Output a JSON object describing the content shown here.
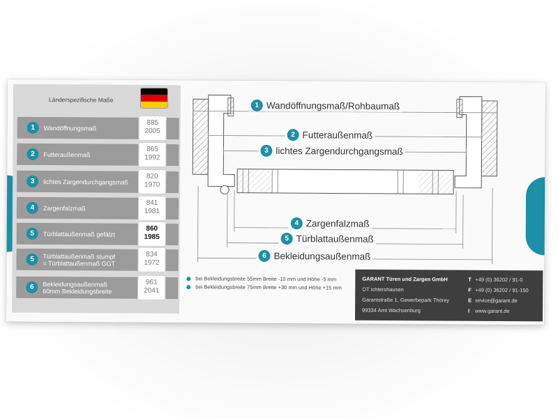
{
  "header": {
    "title": "Länderspezifische Maße"
  },
  "rows": [
    {
      "num": "1",
      "label": "Wandöffnungsmaß",
      "v1": "885",
      "v2": "2005"
    },
    {
      "num": "2",
      "label": "Futteraußenmaß",
      "v1": "865",
      "v2": "1992"
    },
    {
      "num": "3",
      "label": "lichtes Zargendurchgangsmaß",
      "v1": "820",
      "v2": "1970"
    },
    {
      "num": "4",
      "label": "Zargenfalzmaß",
      "v1": "841",
      "v2": "1981"
    },
    {
      "num": "5",
      "label": "Türblattaußenmaß gefälzt",
      "v1": "860",
      "v2": "1985"
    },
    {
      "num": "5",
      "label1": "Türblattaußenmaß stumpf",
      "label2": "= Türblattaußenmaß GGT",
      "v1": "834",
      "v2": "1972"
    },
    {
      "num": "6",
      "label1": "Bekleidungsaußenmaß",
      "label2": "60mm Bekleidungsbreite",
      "v1": "961",
      "v2": "2041"
    }
  ],
  "diagram_labels": [
    {
      "num": "1",
      "text": "Wandöffnungsmaß/Rohbaumaß"
    },
    {
      "num": "2",
      "text": "Futteraußenmaß"
    },
    {
      "num": "3",
      "text": "lichtes Zargendurchgangsmaß"
    },
    {
      "num": "4",
      "text": "Zargenfalzmaß"
    },
    {
      "num": "5",
      "text": "Türblattaußenmaß"
    },
    {
      "num": "6",
      "text": "Bekleidungsaußenmaß"
    }
  ],
  "notes": [
    "bei Bekleidungsbreite 55mm Breite -10 mm und Höhe -5 mm",
    "bei Bekleidungsbreite 75mm Breite +30 mm und Höhe +15 mm"
  ],
  "contact": {
    "company": "GARANT Türen und Zargen GmbH",
    "addr1": "OT Ichtershausen",
    "addr2": "Garantstraße 1, Gewerbepark Thörey",
    "addr3": "99334 Amt Wachsenburg",
    "t_label": "T",
    "t_value": "+49 (0) 36202 / 91-0",
    "f_label": "F",
    "f_value": "+49 (0) 36202 / 91-150",
    "e_label": "E",
    "e_value": "sevice@garant.de",
    "i_label": "I",
    "i_value": "www.garant.de"
  },
  "colors": {
    "accent": "#1d8fa6",
    "panel": "#9b9b9b",
    "contact_bg": "#3e3e3e"
  },
  "flag": {
    "stripes": [
      "#000000",
      "#dd0000",
      "#ffce00"
    ]
  }
}
